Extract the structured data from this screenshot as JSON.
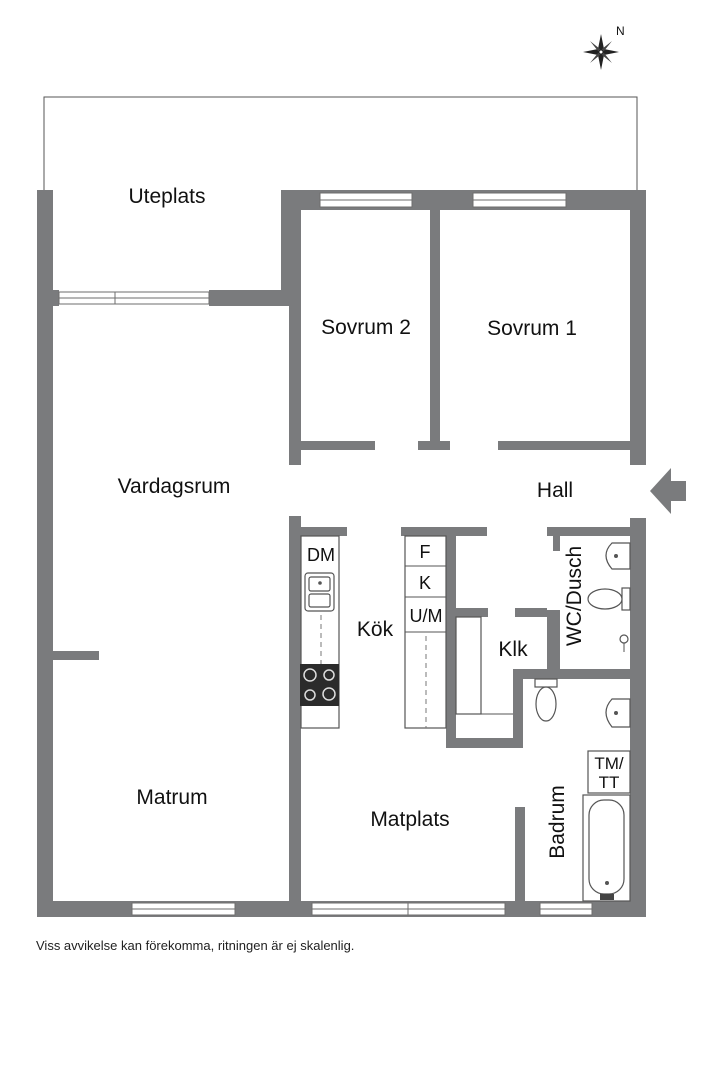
{
  "compass": {
    "north_label": "N",
    "icon": "compass-rose-icon"
  },
  "rooms": {
    "uteplats": "Uteplats",
    "sovrum2": "Sovrum 2",
    "sovrum1": "Sovrum 1",
    "vardagsrum": "Vardagsrum",
    "hall": "Hall",
    "kok": "Kök",
    "klk": "Klk",
    "wc_dusch": "WC/Dusch",
    "matrum": "Matrum",
    "matplats": "Matplats",
    "badrum": "Badrum"
  },
  "appliances": {
    "dm": "DM",
    "f": "F",
    "k": "K",
    "um": "U/M",
    "tm_line1": "TM/",
    "tm_line2": "TT"
  },
  "entrance": {
    "icon": "entrance-arrow-icon"
  },
  "disclaimer": "Viss avvikelse kan förekomma, ritningen är ej skalenlig.",
  "colors": {
    "wall": "#7a7b7d",
    "background": "#ffffff",
    "text": "#111111"
  }
}
